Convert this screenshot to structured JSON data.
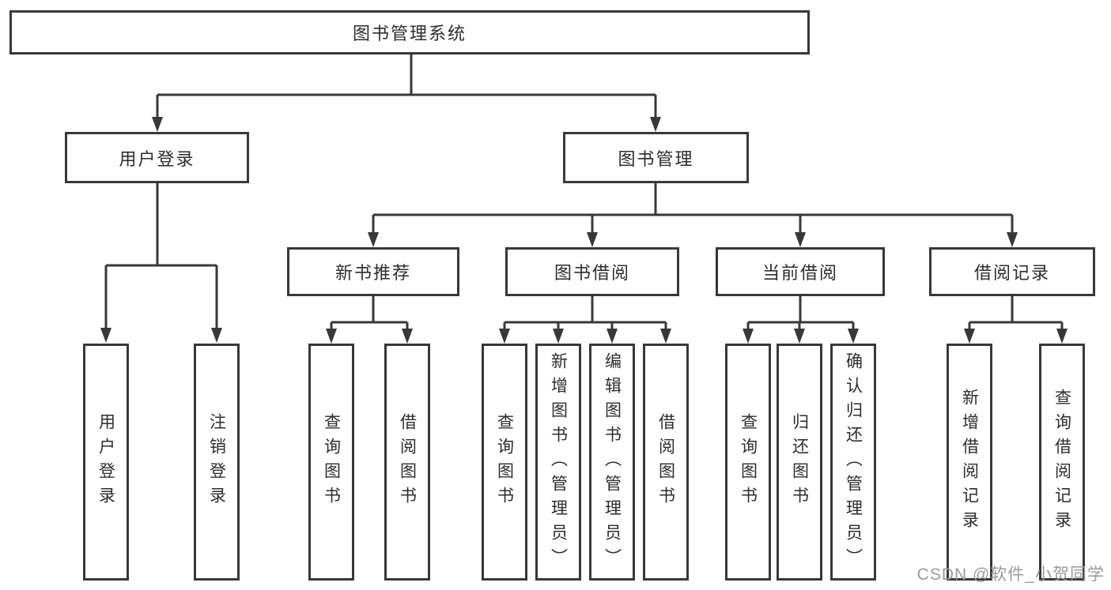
{
  "diagram": {
    "root": {
      "label": "图书管理系统"
    },
    "level2": [
      {
        "label": "用户登录"
      },
      {
        "label": "图书管理"
      }
    ],
    "level3": [
      {
        "label": "新书推荐"
      },
      {
        "label": "图书借阅"
      },
      {
        "label": "当前借阅"
      },
      {
        "label": "借阅记录"
      }
    ],
    "leaves": {
      "user_login": [
        "用户登录",
        "注销登录"
      ],
      "new_book": [
        "查询图书",
        "借阅图书"
      ],
      "book_borrow": [
        "查询图书",
        "新增图书（管理员）",
        "编辑图书（管理员）",
        "借阅图书"
      ],
      "current_borrow": [
        "查询图书",
        "归还图书",
        "确认归还（管理员）"
      ],
      "borrow_records": [
        "新增借阅记录",
        "查询借阅记录"
      ]
    }
  },
  "watermark": {
    "text": "CSDN @软件_小贺同学"
  },
  "colors": {
    "line": "#383838",
    "text": "#2d2d2d",
    "background": "#ffffff",
    "watermark": "#9b9b9b"
  }
}
